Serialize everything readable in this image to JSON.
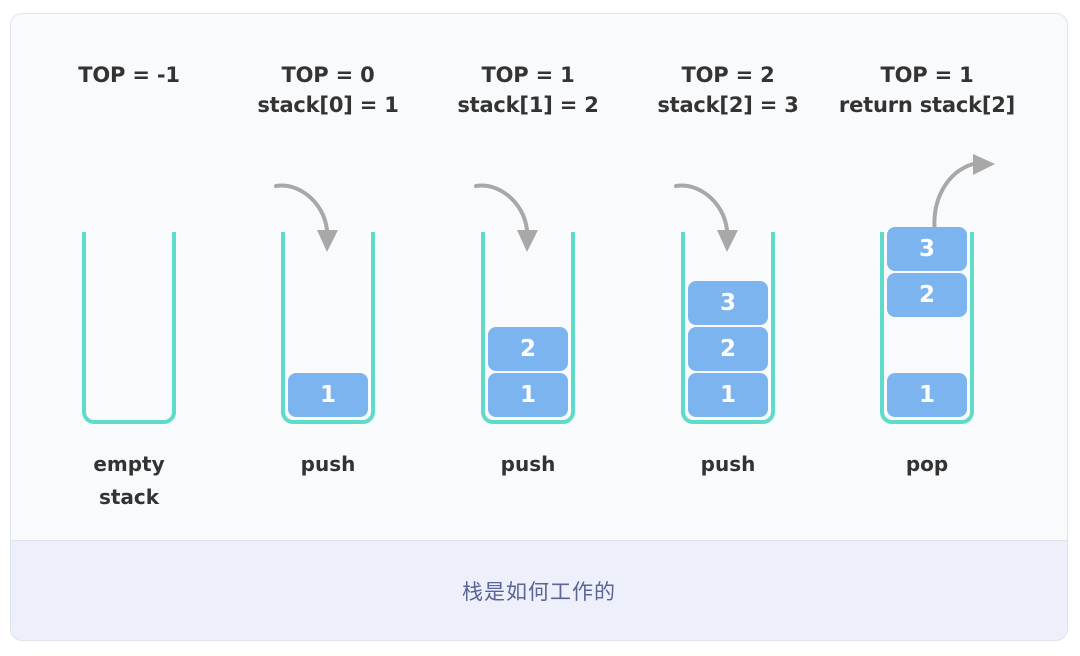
{
  "figure": {
    "caption": "栈是如何工作的",
    "caption_color": "#5a6495",
    "card_background": "#f8fafc",
    "caption_background": "#edf0fa",
    "border_color": "#dfe3ec"
  },
  "palette": {
    "container_stroke": "#5fdcc9",
    "cell_fill": "#7cb4f0",
    "cell_text": "#ffffff",
    "arrow": "#a8a8a8",
    "label_text": "#333333"
  },
  "columns": [
    {
      "top_line1": "TOP = -1",
      "top_line2": "",
      "op_line1": "empty",
      "op_line2": "stack",
      "cells": [],
      "arrow": "none"
    },
    {
      "top_line1": "TOP = 0",
      "top_line2": "stack[0] = 1",
      "op_line1": "push",
      "op_line2": "",
      "cells": [
        "1"
      ],
      "arrow": "push"
    },
    {
      "top_line1": "TOP = 1",
      "top_line2": "stack[1] = 2",
      "op_line1": "push",
      "op_line2": "",
      "cells": [
        "1",
        "2"
      ],
      "arrow": "push"
    },
    {
      "top_line1": "TOP = 2",
      "top_line2": "stack[2] = 3",
      "op_line1": "push",
      "op_line2": "",
      "cells": [
        "1",
        "2",
        "3"
      ],
      "arrow": "push"
    },
    {
      "top_line1": "TOP = 1",
      "top_line2": "return stack[2]",
      "op_line1": "pop",
      "op_line2": "",
      "cells": [
        "1",
        "2",
        "3"
      ],
      "lifted_top_cell": true,
      "arrow": "pop"
    }
  ]
}
